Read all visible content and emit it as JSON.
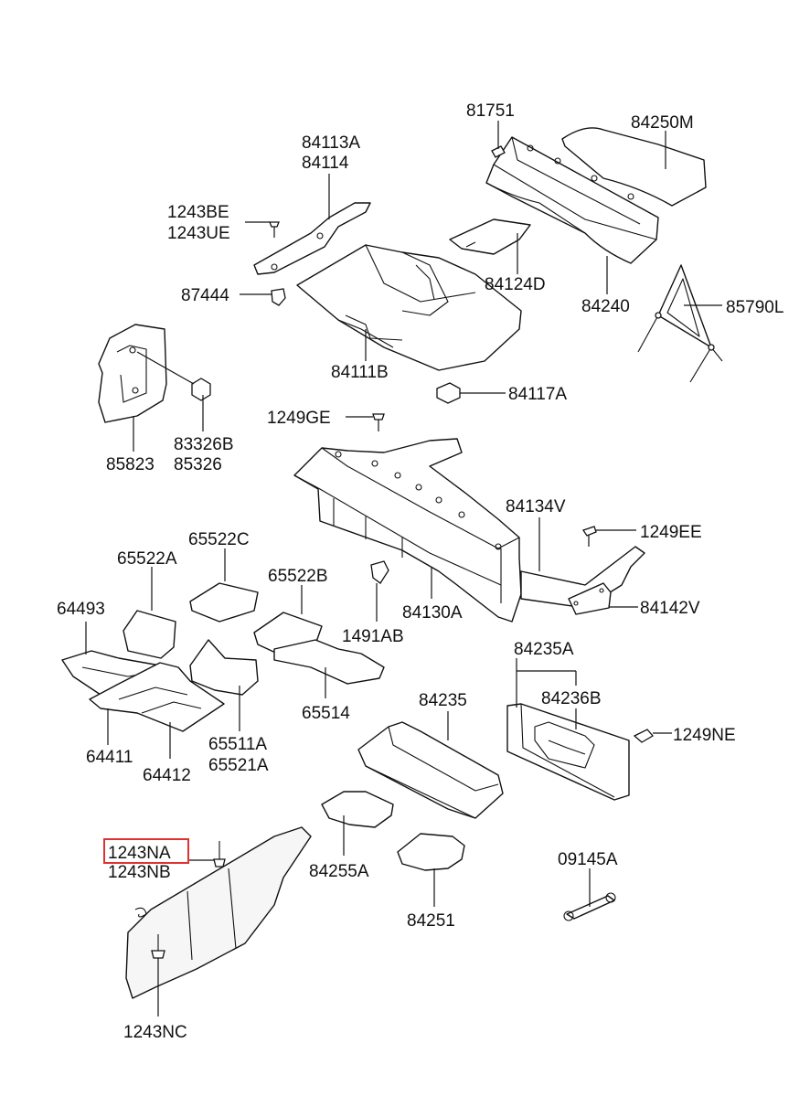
{
  "colors": {
    "line": "#111111",
    "highlight": "#e03030",
    "background": "#ffffff"
  },
  "labels": {
    "p81751": "81751",
    "p84250M": "84250M",
    "p84113A": "84113A",
    "p84114": "84114",
    "p1243BE": "1243BE",
    "p1243UE": "1243UE",
    "p87444": "87444",
    "p84124D": "84124D",
    "p84240": "84240",
    "p85790L": "85790L",
    "p84111B": "84111B",
    "p83326B": "83326B",
    "p85326": "85326",
    "p85823": "85823",
    "p84117A": "84117A",
    "p1249GE": "1249GE",
    "p84134V": "84134V",
    "p1249EE": "1249EE",
    "p65522C": "65522C",
    "p65522A": "65522A",
    "p65522B": "65522B",
    "p64493": "64493",
    "p1491AB": "1491AB",
    "p84130A": "84130A",
    "p84142V": "84142V",
    "p84235A": "84235A",
    "p84236B": "84236B",
    "p84235": "84235",
    "p65514": "65514",
    "p1249NE": "1249NE",
    "p65511A": "65511A",
    "p65521A": "65521A",
    "p64411": "64411",
    "p64412": "64412",
    "p1243NA": "1243NA",
    "p1243NB": "1243NB",
    "p84255A": "84255A",
    "p09145A": "09145A",
    "p84251": "84251",
    "p1243NC": "1243NC"
  },
  "highlighted_part": "1243NA"
}
